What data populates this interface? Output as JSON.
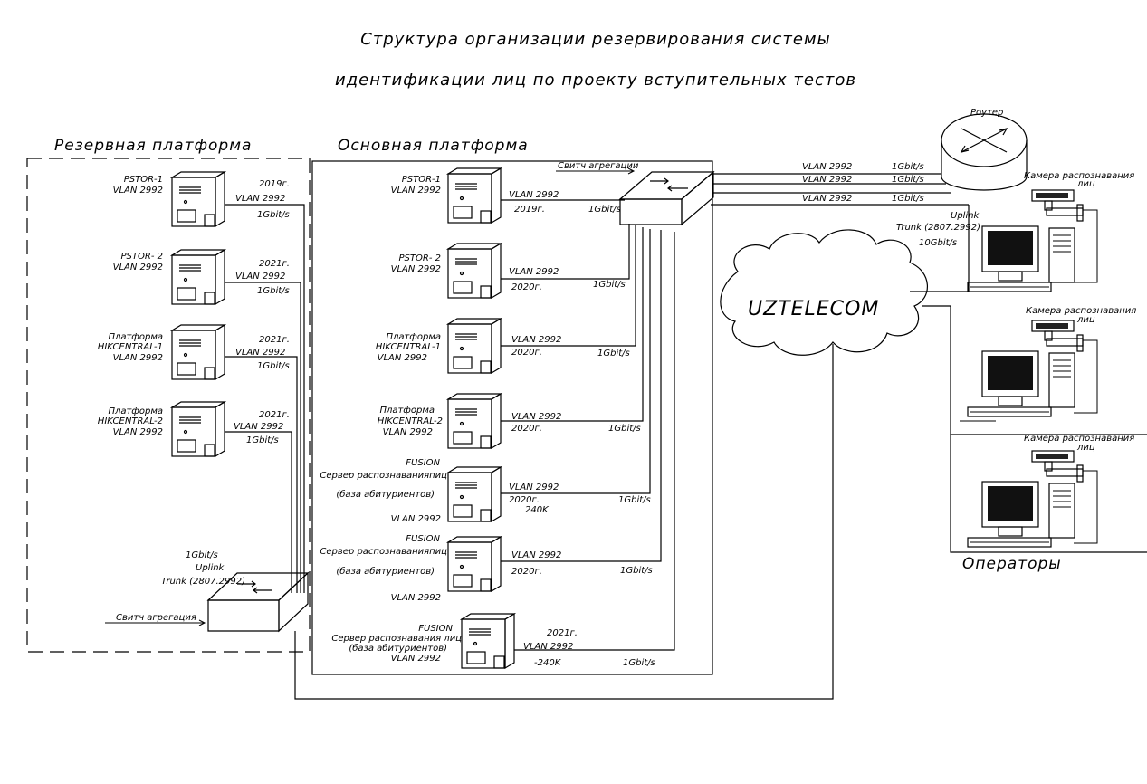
{
  "title": {
    "line1": "Структура организации резервирования системы",
    "line2": "идентификации лиц по проекту вступительных тестов"
  },
  "reserve": {
    "heading": "Резервная платформа",
    "servers": [
      {
        "name1": "PSTOR-1",
        "name2": "VLAN 2992",
        "name3": "",
        "year": "2019г.",
        "vlan": "VLAN 2992",
        "speed": "1Gbit/s"
      },
      {
        "name1": "PSTOR- 2",
        "name2": "VLAN 2992",
        "name3": "",
        "year": "2021г.",
        "vlan": "VLAN 2992",
        "speed": "1Gbit/s"
      },
      {
        "name1": "Платформа",
        "name2": "HIKCENTRAL-1",
        "name3": "VLAN 2992",
        "year": "2021г.",
        "vlan": "VLAN 2992",
        "speed": "1Gbit/s"
      },
      {
        "name1": "Платформа",
        "name2": "HIKCENTRAL-2",
        "name3": "VLAN 2992",
        "year": "2021г.",
        "vlan": "VLAN 2992",
        "speed": "1Gbit/s"
      }
    ],
    "switch": {
      "speed": "1Gbit/s",
      "uplink": "Uplink",
      "trunk": "Trunk (2807.2992)",
      "label": "Свитч агрегация"
    }
  },
  "main": {
    "heading": "Основная платформа",
    "switch_label": "Свитч агрегации",
    "servers": [
      {
        "name1": "PSTOR-1",
        "name2": "VLAN 2992",
        "name3": "",
        "vlan": "VLAN 2992",
        "year": "2019г.",
        "speed": "1Gbit/s"
      },
      {
        "name1": "PSTOR- 2",
        "name2": "VLAN 2992",
        "name3": "",
        "vlan": "VLAN 2992",
        "year": "2020г.",
        "speed": "1Gbit/s"
      },
      {
        "name1": "Платформа",
        "name2": "HIKCENTRAL-1",
        "name3": "VLAN 2992",
        "vlan": "VLAN 2992",
        "year": "2020г.",
        "speed": "1Gbit/s"
      },
      {
        "name1": "Платформа",
        "name2": "HIKCENTRAL-2",
        "name3": "VLAN 2992",
        "vlan": "VLAN 2992",
        "year": "2020г.",
        "speed": "1Gbit/s"
      }
    ],
    "fusion": [
      {
        "name1": "FUSION",
        "name2": "Сервер распознаванияпиц",
        "name3": "(база абитуриентов)",
        "name4": "VLAN 2992",
        "vlan": "VLAN 2992",
        "year": "2020г.",
        "extra": "240K",
        "speed": "1Gbit/s"
      },
      {
        "name1": "FUSION",
        "name2": "Сервер распознаванияпиц",
        "name3": "(база абитуриентов)",
        "name4": "VLAN 2992",
        "vlan": "VLAN 2992",
        "year": "2020г.",
        "extra": "",
        "speed": "1Gbit/s"
      },
      {
        "name1": "FUSION",
        "name2": "Сервер распознавания лиц",
        "name3": "(база абитуриентов)",
        "name4": "VLAN 2992",
        "vlan": "VLAN 2992",
        "year": "2021г.",
        "extra": "-240K",
        "speed": "1Gbit/s"
      }
    ]
  },
  "links": [
    {
      "vlan": "VLAN 2992",
      "speed": "1Gbit/s"
    },
    {
      "vlan": "VLAN 2992",
      "speed": "1Gbit/s"
    },
    {
      "vlan": "VLAN 2992",
      "speed": "1Gbit/s"
    }
  ],
  "uplink": {
    "l1": "Uplink",
    "l2": "Trunk (2807.2992)",
    "l3": "10Gbit/s"
  },
  "router": {
    "label": "Роутер"
  },
  "cloud": {
    "label": "UZTELECOM"
  },
  "operators": {
    "heading": "Операторы",
    "camera_l1": "Камера  распознавания",
    "camera_l2": "лиц"
  }
}
